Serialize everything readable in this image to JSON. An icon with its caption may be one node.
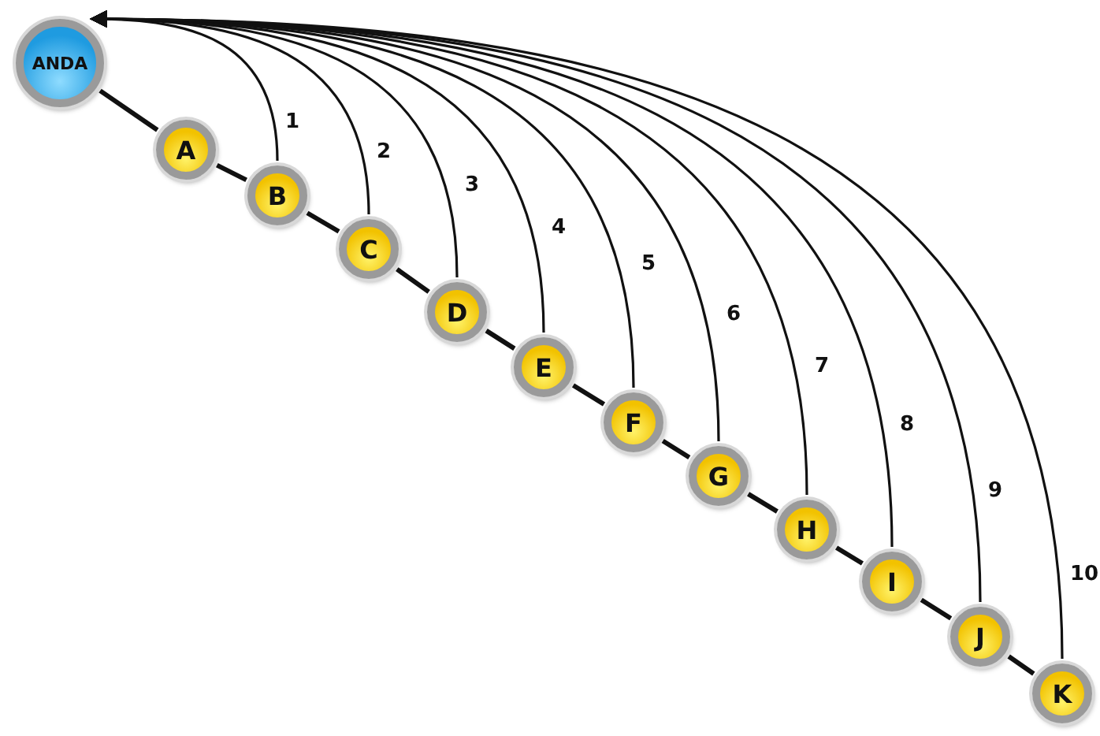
{
  "diagram": {
    "nodes": [
      {
        "text": [
          "ANDA"
        ]
      },
      {
        "text": [
          "A"
        ]
      },
      {
        "text": [
          "B"
        ]
      },
      {
        "text": [
          "C"
        ]
      },
      {
        "text": [
          "D"
        ]
      },
      {
        "text": [
          "E"
        ]
      },
      {
        "text": [
          "F"
        ]
      },
      {
        "text": [
          "G"
        ]
      },
      {
        "text": [
          "H"
        ]
      },
      {
        "text": [
          "I"
        ]
      },
      {
        "text": [
          "J"
        ]
      },
      {
        "text": [
          "K"
        ]
      }
    ],
    "edges": [
      {
        "from": 0,
        "to": 1,
        "arrow": "none"
      },
      {
        "from": 1,
        "to": 2,
        "arrow": "none"
      },
      {
        "from": 2,
        "to": 3,
        "arrow": "none"
      },
      {
        "from": 3,
        "to": 4,
        "arrow": "none"
      },
      {
        "from": 4,
        "to": 5,
        "arrow": "none"
      },
      {
        "from": 5,
        "to": 6,
        "arrow": "none"
      },
      {
        "from": 6,
        "to": 7,
        "arrow": "none"
      },
      {
        "from": 7,
        "to": 8,
        "arrow": "none"
      },
      {
        "from": 8,
        "to": 9,
        "arrow": "none"
      },
      {
        "from": 9,
        "to": 10,
        "arrow": "none"
      },
      {
        "from": 10,
        "to": 11,
        "arrow": "none"
      },
      {
        "from": 2,
        "to": 0,
        "arrow": "to",
        "label": "1"
      },
      {
        "from": 3,
        "to": 0,
        "arrow": "to",
        "label": "2"
      },
      {
        "from": 4,
        "to": 0,
        "arrow": "to",
        "label": "3"
      },
      {
        "from": 5,
        "to": 0,
        "arrow": "to",
        "label": "4"
      },
      {
        "from": 6,
        "to": 0,
        "arrow": "to",
        "label": "5"
      },
      {
        "from": 7,
        "to": 0,
        "arrow": "to",
        "label": "6"
      },
      {
        "from": 8,
        "to": 0,
        "arrow": "to",
        "label": "7"
      },
      {
        "from": 9,
        "to": 0,
        "arrow": "to",
        "label": "8"
      },
      {
        "from": 10,
        "to": 0,
        "arrow": "to",
        "label": "9"
      },
      {
        "from": 11,
        "to": 0,
        "arrow": "to",
        "label": "10"
      }
    ]
  }
}
